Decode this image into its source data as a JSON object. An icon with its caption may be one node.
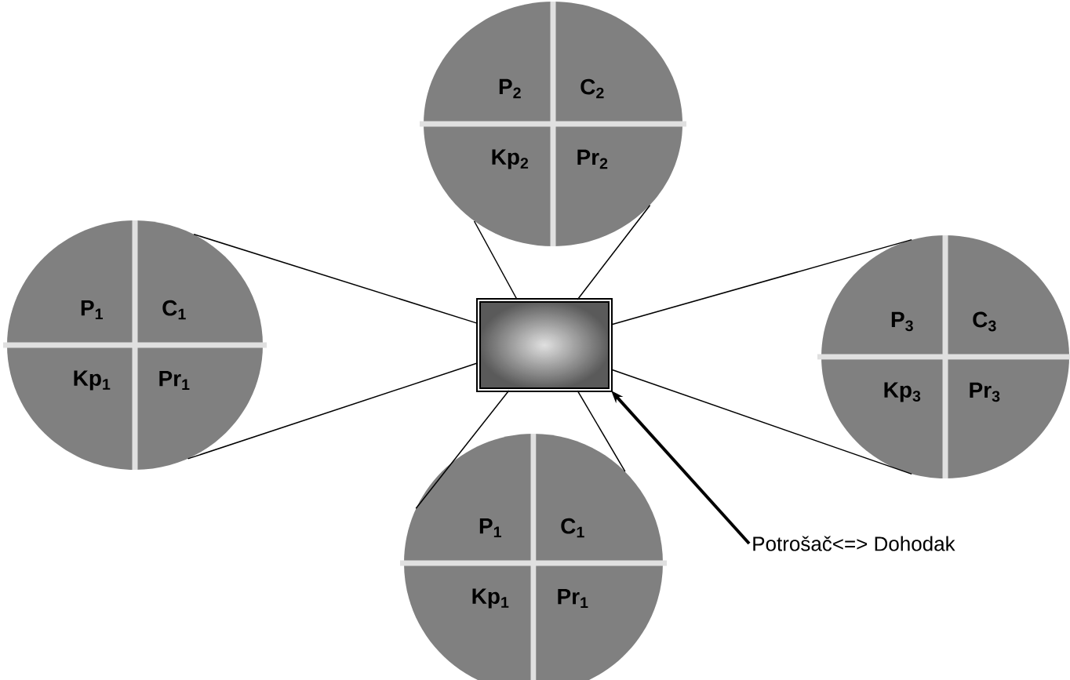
{
  "diagram": {
    "nodes": [
      {
        "text": [
          "P$_{2}$",
          "C$_{2}$",
          "Kp$_{2}$",
          "Pr$_{2}$"
        ]
      },
      {
        "text": [
          "P$_{1}$",
          "C$_{1}$",
          "Kp$_{1}$",
          "Pr$_{1}$"
        ]
      },
      {
        "text": [],
        "shape": "box"
      },
      {
        "text": [
          "P$_{3}$",
          "C$_{3}$",
          "Kp$_{3}$",
          "Pr$_{3}$"
        ]
      },
      {
        "text": [
          "P$_{1}$",
          "C$_{1}$",
          "Kp$_{1}$",
          "Pr$_{1}$"
        ]
      },
      {
        "text": [
          "Potrošač<=> Dohodak"
        ]
      }
    ],
    "edges": [
      {
        "from": 0,
        "to": 2,
        "arrow": "none"
      },
      {
        "from": 0,
        "to": 2,
        "arrow": "none"
      },
      {
        "from": 1,
        "to": 2,
        "arrow": "none"
      },
      {
        "from": 1,
        "to": 2,
        "arrow": "none"
      },
      {
        "from": 3,
        "to": 2,
        "arrow": "none"
      },
      {
        "from": 3,
        "to": 2,
        "arrow": "none"
      },
      {
        "from": 4,
        "to": 2,
        "arrow": "none"
      },
      {
        "from": 4,
        "to": 2,
        "arrow": "none"
      },
      {
        "from": 5,
        "to": 2,
        "arrow": "to",
        "style": "thick"
      }
    ]
  }
}
